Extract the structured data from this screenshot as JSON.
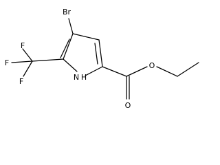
{
  "molecule": {
    "atoms": {
      "br": "Br",
      "f_top": "F",
      "f_left": "F",
      "f_bottom": "F",
      "nh": "N",
      "h": "H",
      "o_ester": "O",
      "o_carbonyl": "O"
    }
  }
}
